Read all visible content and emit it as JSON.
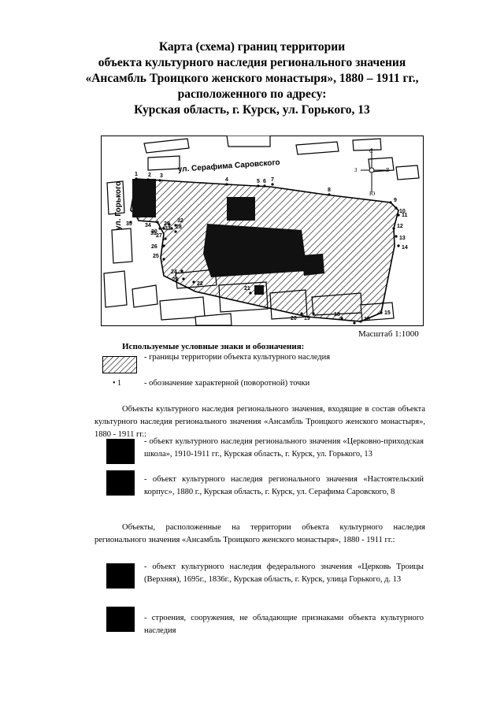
{
  "title": {
    "line1": "Карта (схема) границ территории",
    "line2": "объекта культурного наследия регионального значения",
    "line3": "«Ансамбль Троицкого женского монастыря», 1880 – 1911 гг.,",
    "line4": "расположенного по адресу:",
    "line5": "Курская область, г. Курск, ул. Горького, 13"
  },
  "map": {
    "street_top": "ул. Серафима Саровского",
    "street_left": "ул. Горького",
    "compass": {
      "n": "С",
      "s": "Ю",
      "w": "З",
      "e": "В"
    },
    "points": [
      "1",
      "2",
      "3",
      "4",
      "5",
      "6",
      "7",
      "8",
      "9",
      "10",
      "11",
      "12",
      "13",
      "14",
      "15",
      "16",
      "17",
      "18",
      "19",
      "20",
      "21",
      "22",
      "23",
      "24",
      "25",
      "26",
      "27",
      "28",
      "29",
      "30",
      "31",
      "32",
      "33",
      "34",
      "35"
    ],
    "scale": "Масштаб 1:1000"
  },
  "legend": {
    "heading": "Используемые условные знаки и обозначения:",
    "boundary_label": "- границы территории объекта культурного наследия",
    "point_symbol": "• 1",
    "point_label": "- обозначение характерной (поворотной) точки"
  },
  "section1": {
    "intro": "Объекты культурного наследия регионального значения, входящие в состав объекта культурного наследия регионального значения «Ансамбль Троицкого женского монастыря», 1880 - 1911 гг.:",
    "items": [
      "- объект культурного наследия регионального значения «Церковно-приходская школа», 1910-1911 гг., Курская область, г. Курск, ул. Горького, 13",
      "- объект культурного наследия регионального значения «Настоятельский корпус», 1880 г., Курская область, г. Курск, ул. Серафима Саровского, 8"
    ]
  },
  "section2": {
    "intro": "Объекты, расположенные на территории объекта культурного наследия регионального значения «Ансамбль Троицкого женского монастыря», 1880 - 1911 гг.:",
    "items": [
      "- объект культурного наследия федерального значения «Церковь Троицы (Верхняя), 1695г., 1836г., Курская область, г. Курск, улица Горького, д. 13",
      "- строения, сооружения, не обладающие признаками объекта культурного наследия"
    ]
  }
}
